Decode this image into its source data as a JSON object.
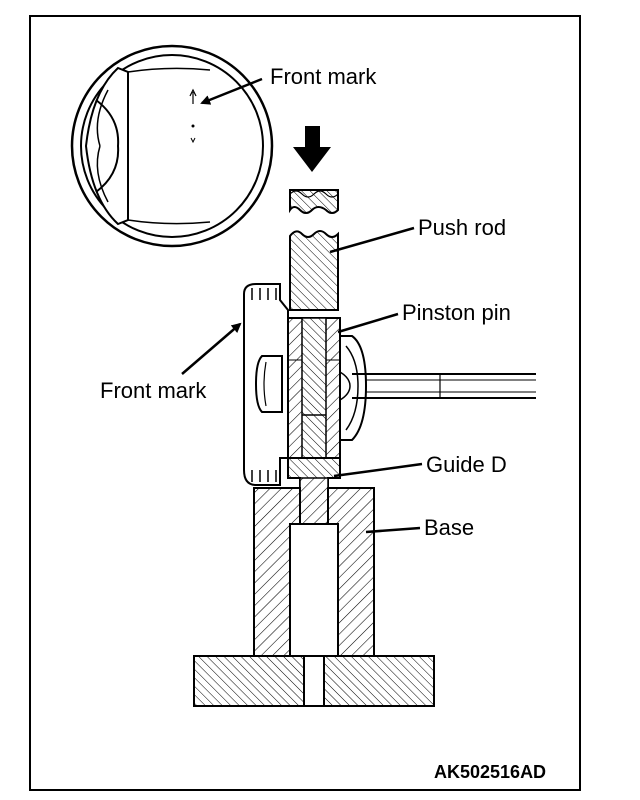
{
  "labels": {
    "front_mark_top": "Front mark",
    "push_rod": "Push rod",
    "piston_pin": "Pinston pin",
    "front_mark_side": "Front mark",
    "guide_d": "Guide D",
    "base": "Base"
  },
  "figure_code": "AK502516AD",
  "colors": {
    "line": "#000000",
    "background": "#ffffff"
  }
}
